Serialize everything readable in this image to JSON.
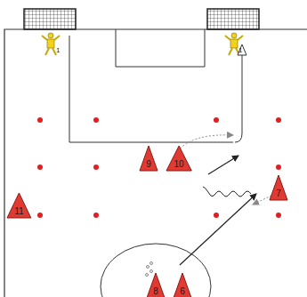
{
  "diagram": {
    "nodes": [
      {
        "text": [
          "9"
        ]
      },
      {
        "text": [
          "10"
        ]
      },
      {
        "text": [
          "11"
        ]
      },
      {
        "text": [
          "7"
        ]
      },
      {
        "text": [
          "8"
        ]
      },
      {
        "text": [
          "6"
        ]
      }
    ],
    "labels": [
      "1",
      "1"
    ]
  }
}
